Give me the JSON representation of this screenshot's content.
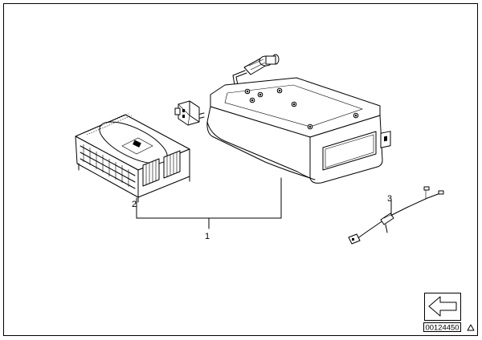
{
  "callouts": [
    {
      "label": "1"
    },
    {
      "label": "2"
    },
    {
      "label": "3"
    }
  ],
  "part_number": "00124450",
  "icons": {
    "nav_arrow": "arrow-left-icon",
    "corner_mark": "triangle-icon"
  },
  "colors": {
    "line": "#000000",
    "background": "#ffffff"
  }
}
